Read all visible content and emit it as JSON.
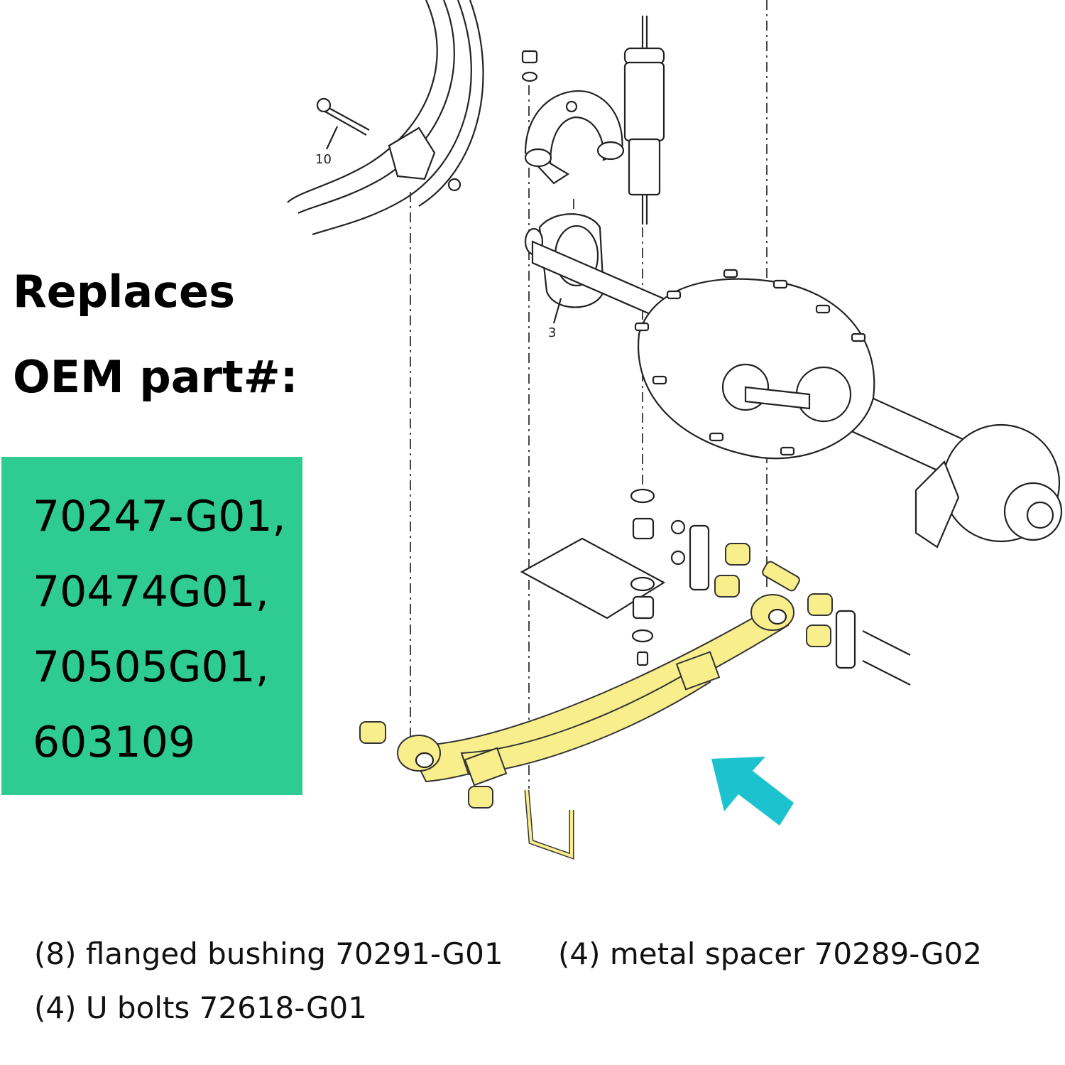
{
  "heading": {
    "line1": "Replaces",
    "line2": "OEM part#:"
  },
  "oem_parts": [
    "70247-G01,",
    "70474G01,",
    "70505G01,",
    "603109"
  ],
  "notes": {
    "bushing": "(8) flanged bushing 70291-G01",
    "spacer": "(4) metal spacer 70289-G02",
    "ubolts": "(4) U bolts 72618-G01"
  },
  "callouts": {
    "bolt": "10",
    "bracket": "3"
  },
  "colors": {
    "box": "#2ecc93",
    "highlight": "#f8ee8c",
    "arrow": "#1cc3cf"
  }
}
